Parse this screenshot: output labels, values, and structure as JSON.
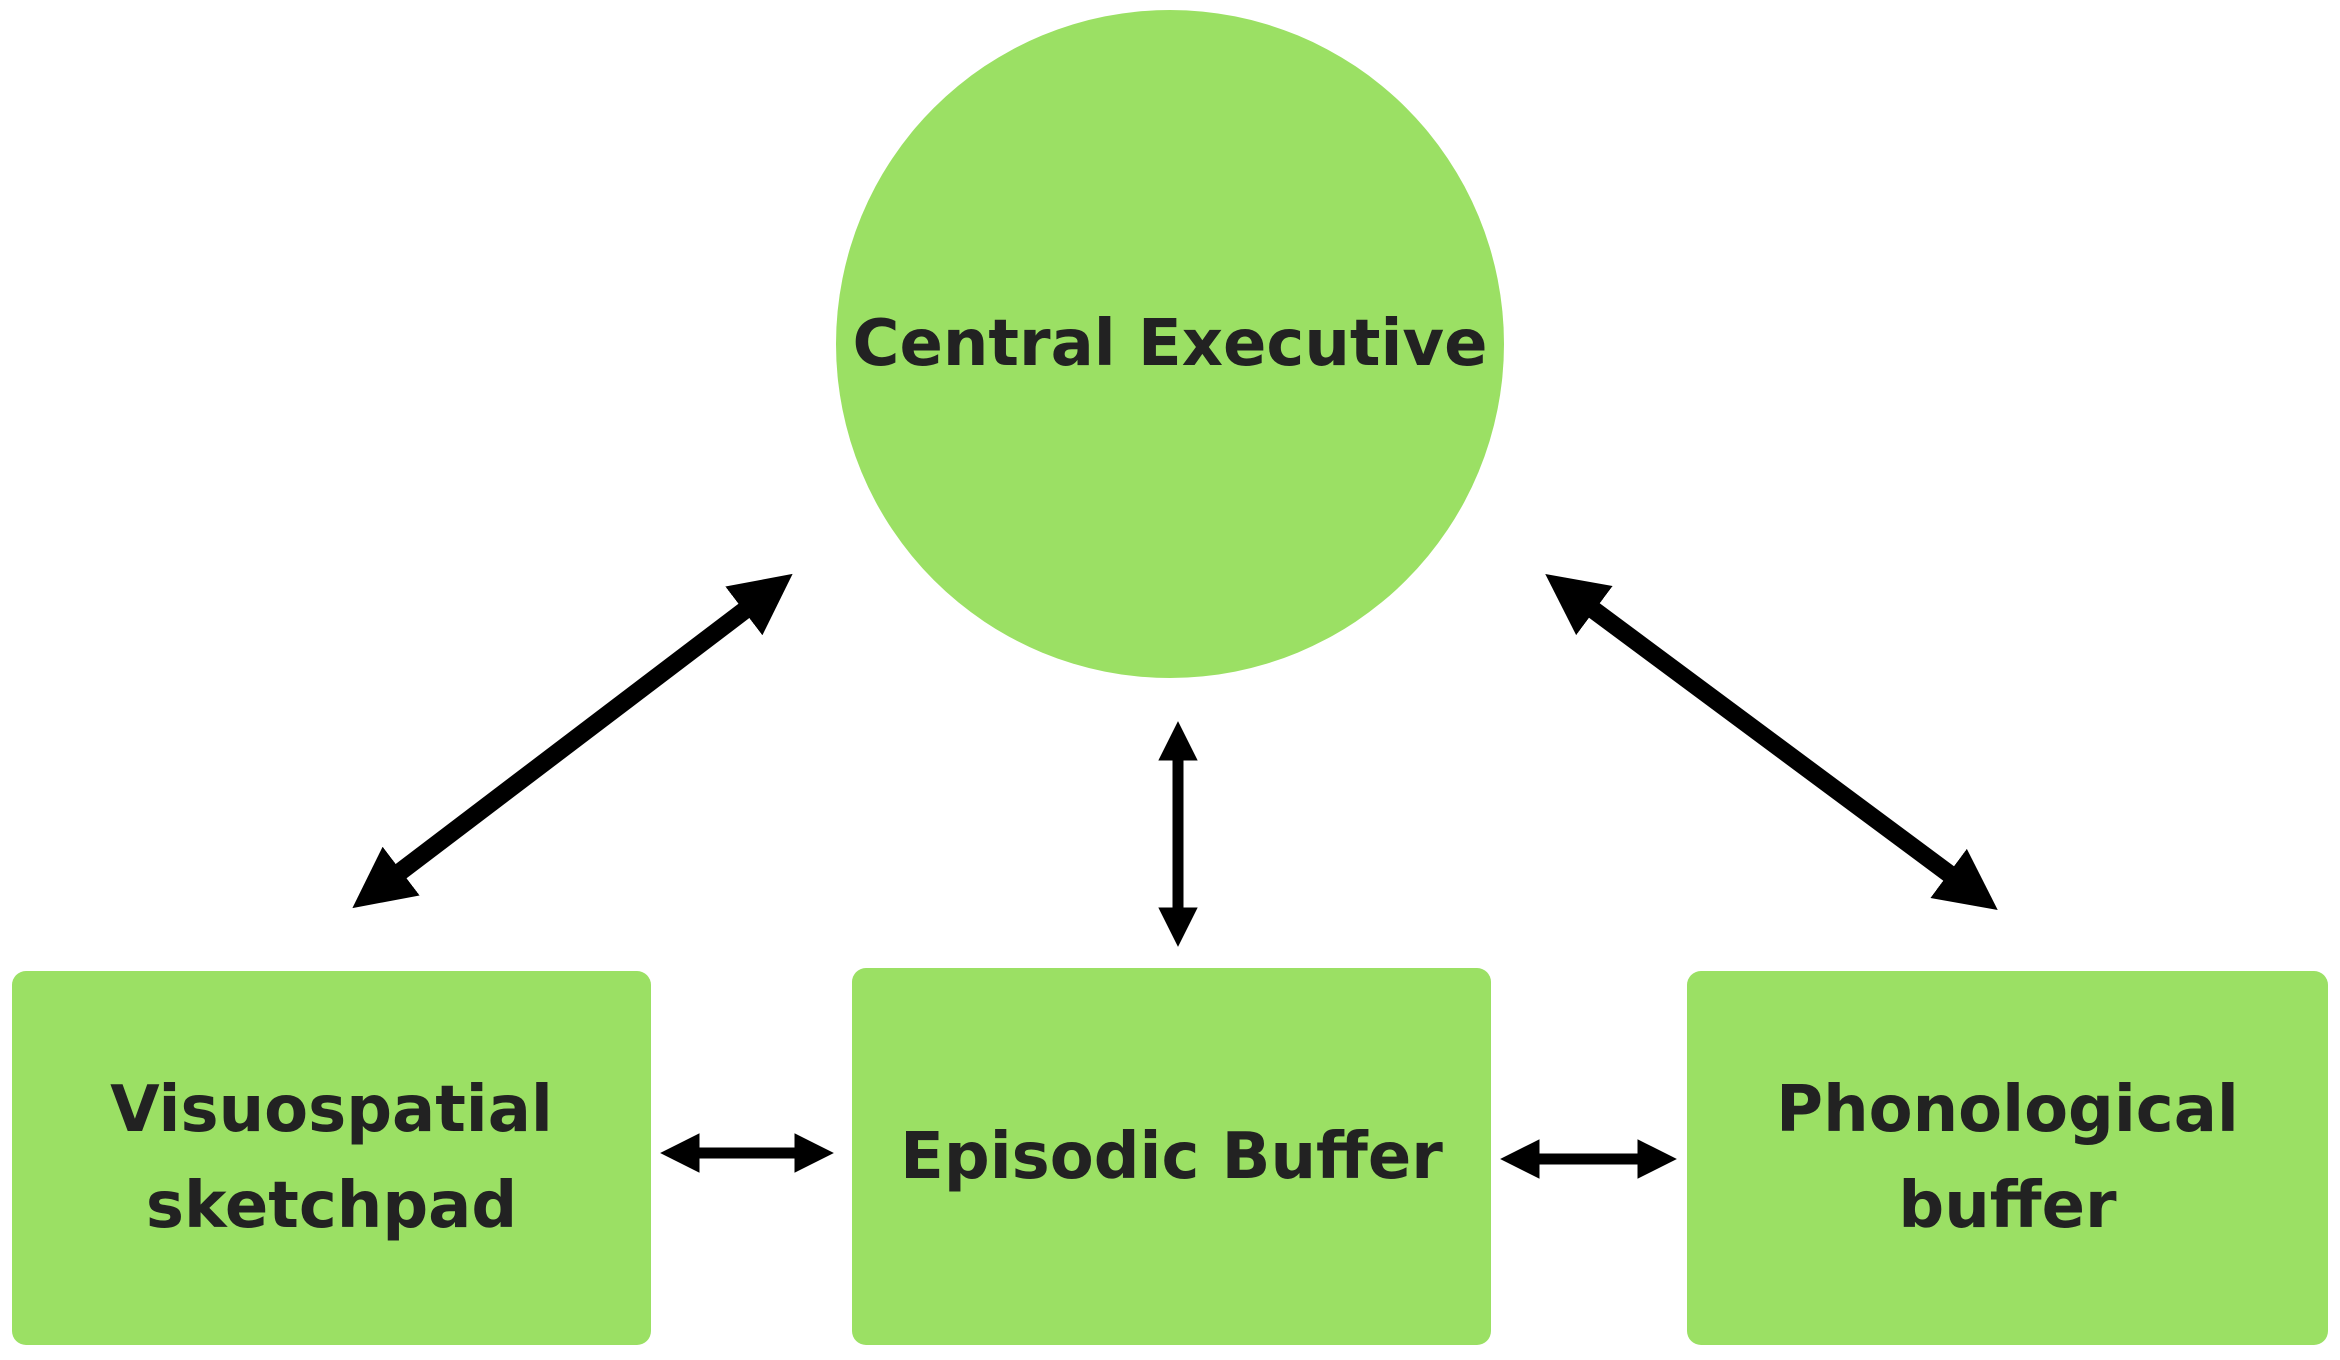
{
  "nodes": {
    "central_executive": "Central Executive",
    "visuospatial": {
      "line1": "Visuospatial",
      "line2": "sketchpad"
    },
    "episodic_buffer": "Episodic Buffer",
    "phonological": {
      "line1": "Phonological",
      "line2": "buffer"
    }
  },
  "colors": {
    "node_fill": "#9be064",
    "text": "#222222",
    "arrow": "#000000"
  }
}
